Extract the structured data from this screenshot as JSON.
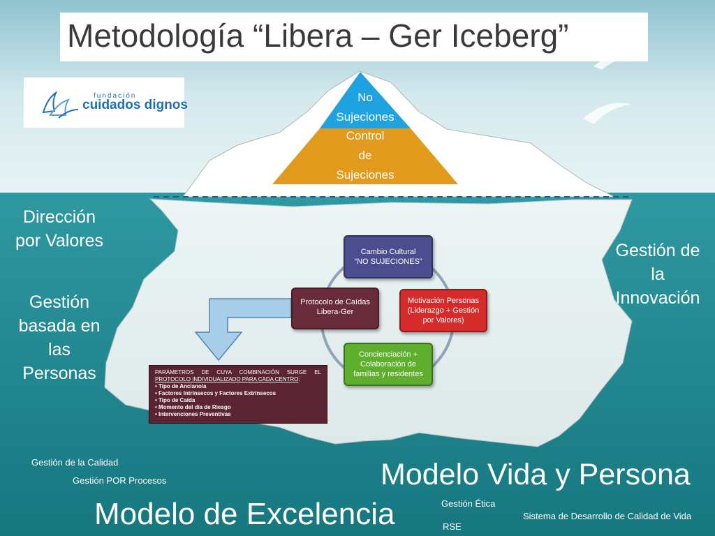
{
  "title": "Metodología “Libera – Ger Iceberg”",
  "logo": {
    "small": "fundación",
    "main": "cuidados dignos",
    "icon": "hands-logo-icon"
  },
  "pyramid": {
    "top": [
      "No",
      "Sujeciones"
    ],
    "bottom": [
      "Control",
      "de",
      "Sujeciones"
    ],
    "colors": {
      "top": "#1fa3e0",
      "bottom": "#e29a1c"
    }
  },
  "left_texts": {
    "direccion": [
      "Dirección",
      "por Valores"
    ],
    "gestion": [
      "Gestión",
      "basada en",
      "las",
      "Personas"
    ]
  },
  "right_texts": {
    "innovacion": [
      "Gestión de",
      "la",
      "Innovación"
    ]
  },
  "cycle": {
    "cambio": [
      "Cambio Cultural",
      "“NO SUJECIONES”"
    ],
    "motivacion": [
      "Motivación Personas",
      "(Liderazgo + Gestión",
      "por  Valores)"
    ],
    "concienciacion": [
      "Concienciación +",
      "Colaboración de",
      "familias y residentes"
    ],
    "protocolo": [
      "Protocolo de Caídas",
      "Libera-Ger"
    ],
    "colors": {
      "cambio": "#4c4d8e",
      "motivacion": "#d62b2b",
      "concienciacion": "#5fae2d",
      "protocolo": "#6a2b3a"
    }
  },
  "params": {
    "head_plain": "PARÁMETROS DE CUYA COMBINACIÓN SURGE EL ",
    "head_underlined": "PROTOCOLO INDIVIDUALIZADO PARA CADA CENTRO",
    "head_tail": ":",
    "items": [
      "• Tipo de  Anciano/a",
      "• Factores Intrínsecos y Factores Extrínsecos",
      "• Tipo de Caída",
      "• Momento del día de Riesgo",
      "• Intervenciones Preventivas"
    ]
  },
  "bottom": {
    "gestion_calidad": "Gestión de la Calidad",
    "gestion_procesos": "Gestión POR Procesos",
    "modelo_vida": "Modelo Vida y Persona",
    "modelo_excelencia": "Modelo de Excelencia",
    "gestion_etica": "Gestión Ética",
    "rse": "RSE",
    "sistema": "Sistema de Desarrollo de Calidad de Vida"
  }
}
